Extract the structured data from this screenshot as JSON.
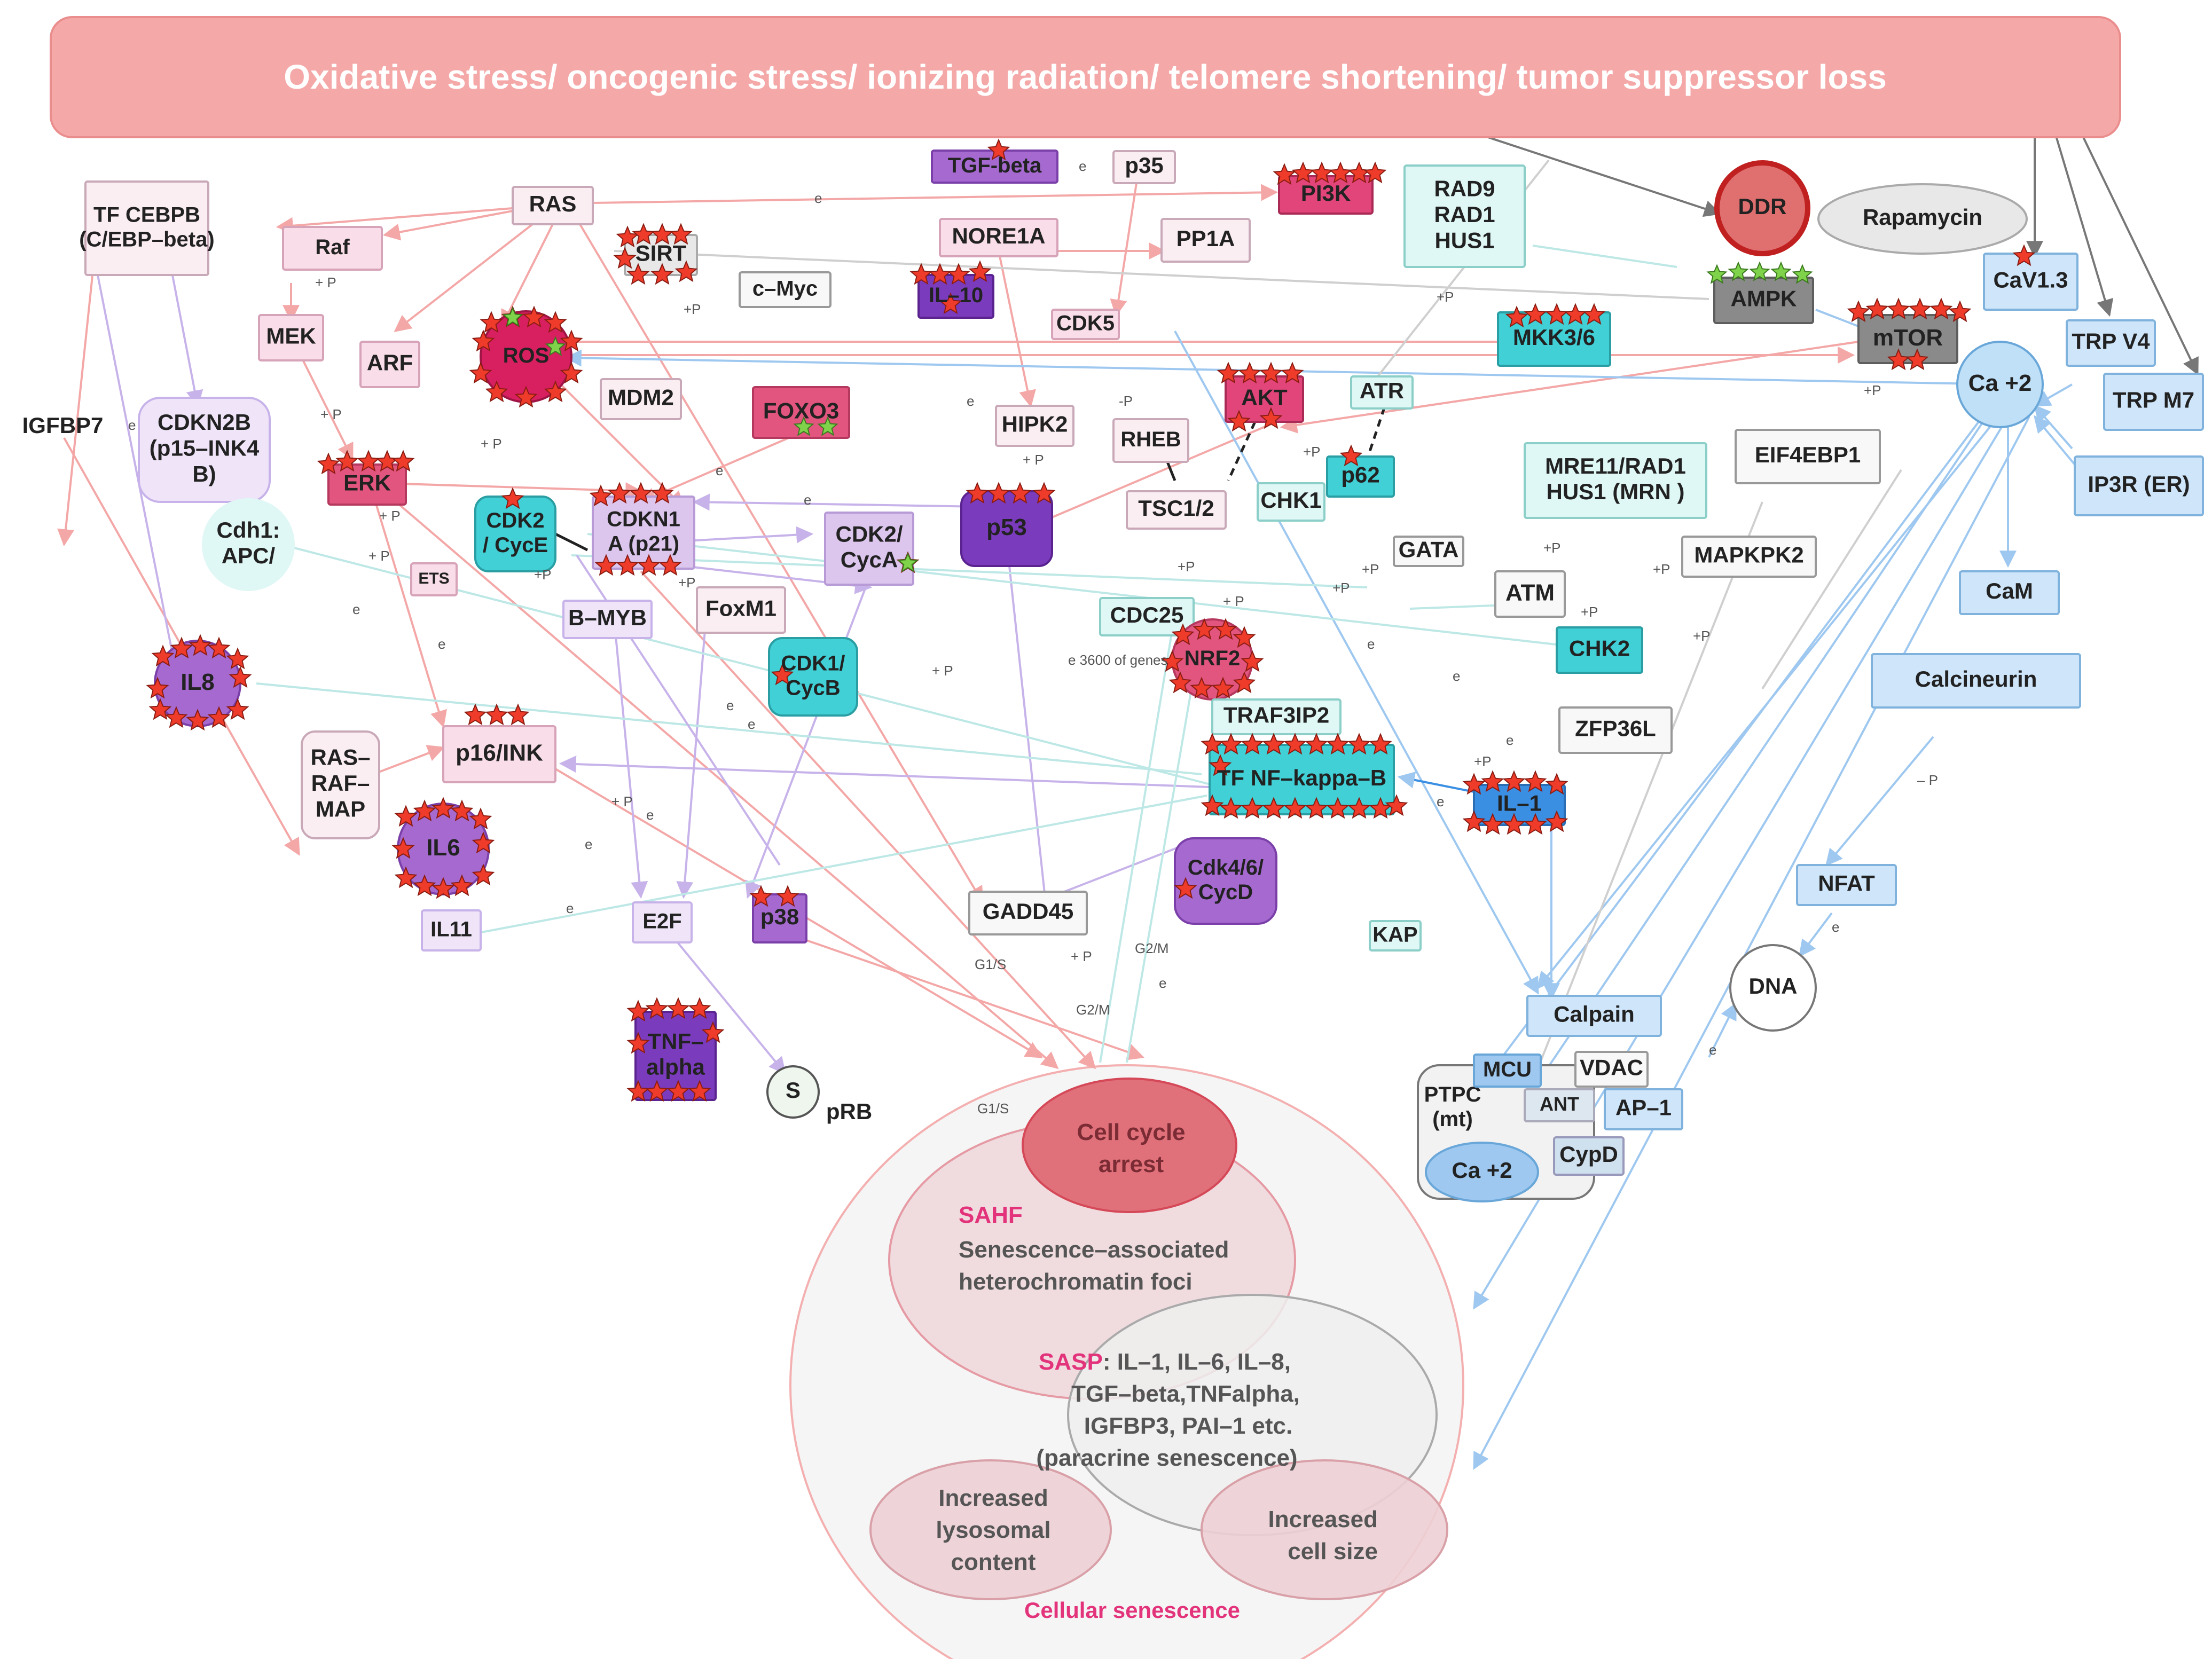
{
  "banner": {
    "text": "Oxidative stress/ oncogenic stress/ ionizing radiation/ telomere shortening/ tumor suppressor loss"
  },
  "colors": {
    "banner_fill": "#f5a8a8",
    "pink": "#f7d6e4",
    "pink_dark": "#e2557f",
    "purple": "#9b59c7",
    "purple_dark": "#7a2fa8",
    "lavender": "#d9c4ee",
    "cyan": "#3fd3d3",
    "light_cyan": "#dcf6f4",
    "blue_light": "#cfe6fa",
    "blue": "#3b8fe3",
    "gray_dark": "#8a8a8a",
    "senescence_text": "#e2337b"
  },
  "nodes": {
    "tf_cebpb": "TF CEBPB\n(C/EBP–beta)",
    "raf": "Raf",
    "ras": "RAS",
    "sirt": "SIRT",
    "tgf_beta": "TGF-beta",
    "p35": "p35",
    "pi3k": "PI3K",
    "rad9": "RAD9\nRAD1\nHUS1",
    "ddr": "DDR",
    "rapamycin": "Rapamycin",
    "cav13": "CaV1.3",
    "nore1a": "NORE1A",
    "pp1a": "PP1A",
    "cmyc": "c–Myc",
    "il10": "IL–10",
    "ampk": "AMPK",
    "trpv4": "TRP V4",
    "mek": "MEK",
    "arf": "ARF",
    "ros": "ROS",
    "cdk5": "CDK5",
    "mkk36": "MKK3/6",
    "mtor": "mTOR",
    "ca2_top": "Ca +2",
    "trpm7": "TRP M7",
    "igfbp7": "IGFBP7",
    "cdkn2b": "CDKN2B\n(p15–INK4\nB)",
    "mdm2": "MDM2",
    "foxo3": "FOXO3",
    "akt": "AKT",
    "atr": "ATR",
    "hipk2": "HIPK2",
    "rheb": "RHEB",
    "mre11": "MRE11/RAD1\nHUS1 (MRN )",
    "eif4ebp1": "EIF4EBP1",
    "ip3r": "IP3R (ER)",
    "erk": "ERK",
    "cdh1": "Cdh1:\nAPC/",
    "cdk2e": "CDK2\n/ CycE",
    "cdkn1a": "CDKN1\nA (p21)",
    "p53": "p53",
    "cdk2a": "CDK2/\nCycA",
    "p62": "p62",
    "chk1": "CHK1",
    "tsc12": "TSC1/2",
    "gata": "GATA",
    "mapkpk2": "MAPKPK2",
    "ets": "ETS",
    "bmyb": "B–MYB",
    "foxm1": "FoxM1",
    "cdc25": "CDC25",
    "atm": "ATM",
    "cam": "CaM",
    "il8": "IL8",
    "cdk1b": "CDK1/\nCycB",
    "nrf2": "NRF2",
    "chk2": "CHK2",
    "calcineurin": "Calcineurin",
    "traf3ip2": "TRAF3IP2",
    "zfp36l": "ZFP36L",
    "ras_raf_map": "RAS–\nRAF–\nMAP",
    "p16ink": "p16/INK",
    "nfkb": "TF NF–kappa–B",
    "il1": "IL–1",
    "il6": "IL6",
    "cdk46": "Cdk4/6/\nCycD",
    "nfat": "NFAT",
    "il11": "IL11",
    "e2f": "E2F",
    "p38": "p38",
    "gadd45": "GADD45",
    "kap": "KAP",
    "dna": "DNA",
    "calpain": "Calpain",
    "tnf": "TNF–\nalpha",
    "s": "S",
    "prb": "pRB",
    "mcu": "MCU",
    "vdac": "VDAC",
    "ptpc": "PTPC\n(mt)",
    "ant": "ANT",
    "ap1": "AP–1",
    "cypd": "CypD",
    "ca2_mt": "Ca +2"
  },
  "edge_labels": {
    "e": "e",
    "plus_p": "+ P",
    "plus_p2": "+P",
    "minus_p": "– P",
    "minus_p2": "-P",
    "genes": "e 3600 of genes",
    "g1s": "G1/S",
    "g2m": "G2/M"
  },
  "senescence": {
    "cell_cycle_arrest": "Cell cycle\narrest",
    "sahf_tag": "SAHF",
    "sahf_text": "Senescence–associated\nheterochromatin foci",
    "sasp_tag": "SASP",
    "sasp_line1": ": IL–1, IL–6,    IL–8,",
    "sasp_line2": "TGF–beta,TNFalpha,",
    "sasp_line3": "IGFBP3, PAI–1 etc.",
    "sasp_line4": "(paracrine senescence)",
    "lysosomal": "Increased\nlysosomal\ncontent",
    "cell_size": "Increased\ncell size",
    "title": "Cellular senescence"
  }
}
